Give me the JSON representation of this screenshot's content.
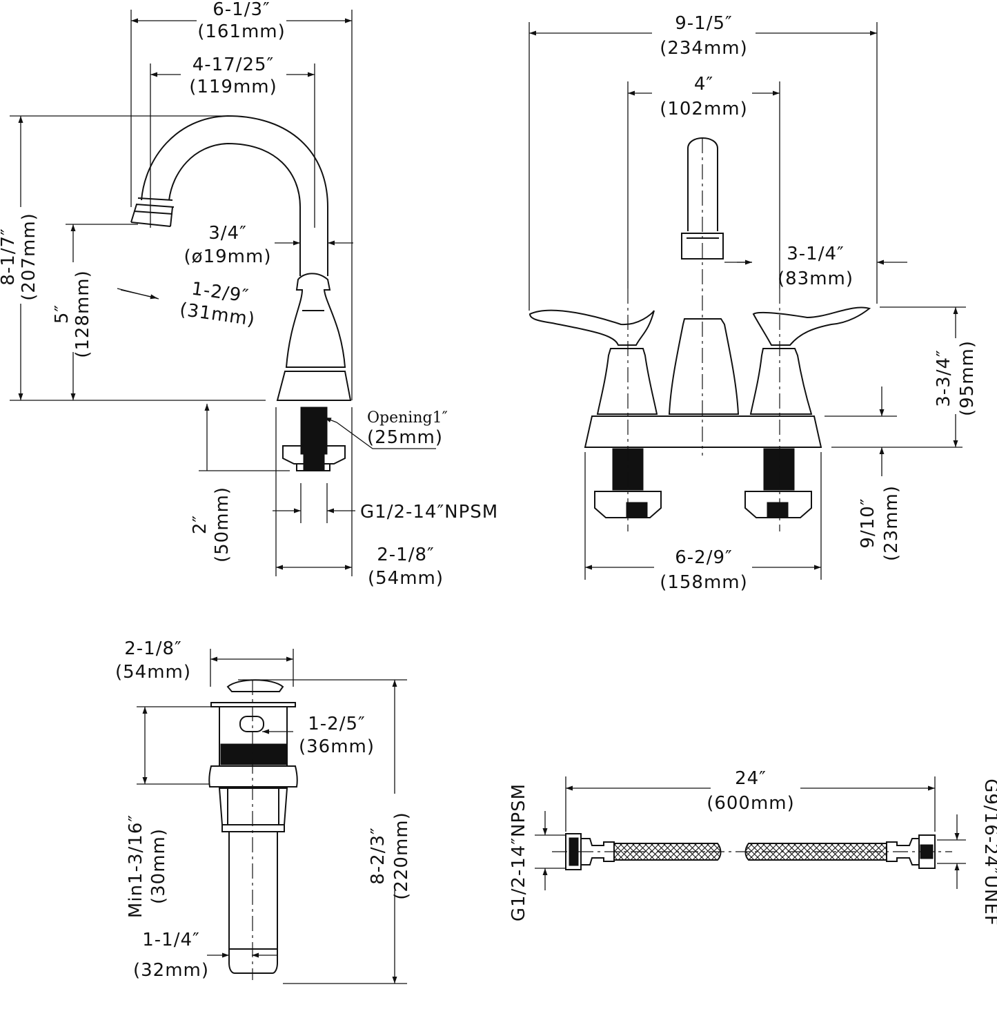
{
  "side_view": {
    "overall_width": "6-1/3″",
    "overall_width_mm": "(161mm)",
    "spout_reach": "4-17/25″",
    "spout_reach_mm": "(119mm)",
    "spout_diameter": "3/4″",
    "spout_diameter_mm": "(ø19mm)",
    "aerator": "1-2/9″",
    "aerator_mm": "(31mm)",
    "total_height": "8-1/7″",
    "total_height_mm": "(207mm)",
    "outlet_height": "5″",
    "outlet_height_mm": "(128mm)",
    "opening": "Opening1″",
    "opening_mm": "(25mm)",
    "shank_length": "2″",
    "shank_length_mm": "(50mm)",
    "thread": "G1/2-14″NPSM",
    "base_width": "2-1/8″",
    "base_width_mm": "(54mm)"
  },
  "front_view": {
    "overall_width": "9-1/5″",
    "overall_width_mm": "(234mm)",
    "center_spacing": "4″",
    "center_spacing_mm": "(102mm)",
    "handle_overhang": "3-1/4″",
    "handle_overhang_mm": "(83mm)",
    "handle_height": "3-3/4″",
    "handle_height_mm": "(95mm)",
    "plate_height": "9/10″",
    "plate_height_mm": "(23mm)",
    "plate_width": "6-2/9″",
    "plate_width_mm": "(158mm)"
  },
  "drain": {
    "cap_width": "2-1/8″",
    "cap_width_mm": "(54mm)",
    "body_height": "1-2/5″",
    "body_height_mm": "(36mm)",
    "min_thickness": "Min1-3/16″",
    "min_thickness_mm": "(30mm)",
    "total_length": "8-2/3″",
    "total_length_mm": "(220mm)",
    "tail_diameter": "1-1/4″",
    "tail_diameter_mm": "(32mm)"
  },
  "hose": {
    "length": "24″",
    "length_mm": "(600mm)",
    "left_thread": "G1/2-14″NPSM",
    "right_thread": "G9/16-24″UNEF"
  }
}
